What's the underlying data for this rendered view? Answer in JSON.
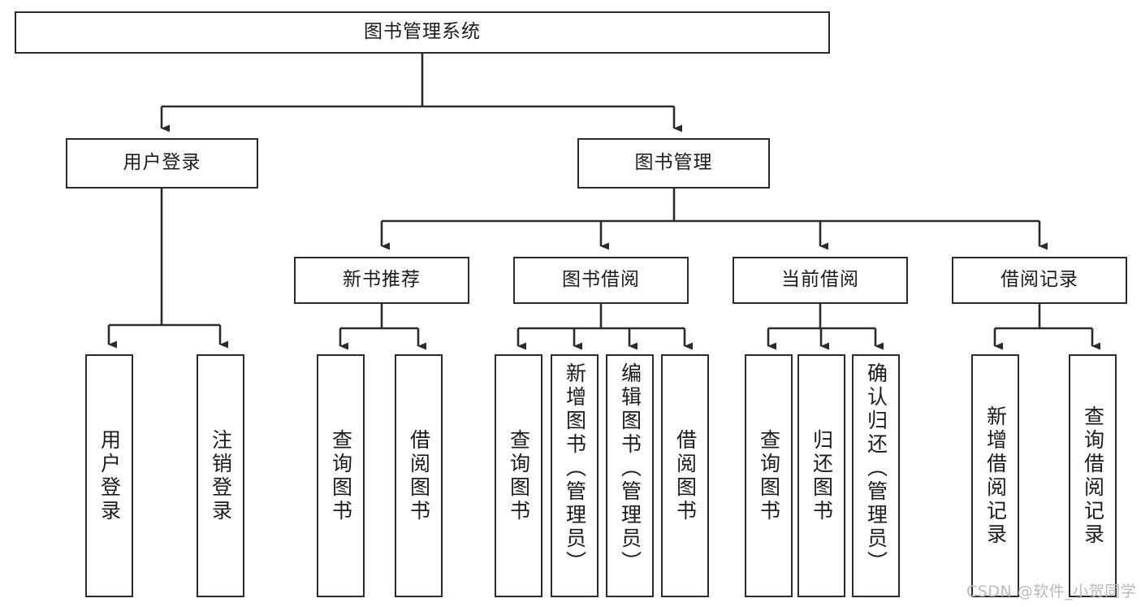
{
  "diagram": {
    "type": "tree",
    "title": "图书管理系统",
    "watermark": "CSDN @软件_小贺同学",
    "colors": {
      "box_border": "#2b2b2b",
      "box_fill": "#ffffff",
      "connector": "#2b2b2b",
      "text": "#1b1b1b",
      "watermark": "#b9b9b9"
    },
    "levels": {
      "level1": [
        {
          "id": "root",
          "label": "图书管理系统"
        }
      ],
      "level2": [
        {
          "id": "user-login",
          "label": "用户登录"
        },
        {
          "id": "book-manage",
          "label": "图书管理"
        }
      ],
      "level3": [
        {
          "id": "new-book-recommend",
          "label": "新书推荐",
          "parent": "book-manage"
        },
        {
          "id": "book-borrow",
          "label": "图书借阅",
          "parent": "book-manage"
        },
        {
          "id": "current-borrow",
          "label": "当前借阅",
          "parent": "book-manage"
        },
        {
          "id": "borrow-record",
          "label": "借阅记录",
          "parent": "book-manage"
        }
      ],
      "level4": [
        {
          "id": "leaf-user-login",
          "label": "用户登录",
          "parent": "user-login"
        },
        {
          "id": "leaf-logout-login",
          "label": "注销登录",
          "parent": "user-login"
        },
        {
          "id": "leaf-query-book-1",
          "label": "查询图书",
          "parent": "new-book-recommend"
        },
        {
          "id": "leaf-borrow-book-1",
          "label": "借阅图书",
          "parent": "new-book-recommend"
        },
        {
          "id": "leaf-query-book-2",
          "label": "查询图书",
          "parent": "book-borrow"
        },
        {
          "id": "leaf-add-book",
          "label": "新增图书（管理员）",
          "parent": "book-borrow"
        },
        {
          "id": "leaf-edit-book",
          "label": "编辑图书（管理员）",
          "parent": "book-borrow"
        },
        {
          "id": "leaf-borrow-book-2",
          "label": "借阅图书",
          "parent": "book-borrow"
        },
        {
          "id": "leaf-query-book-3",
          "label": "查询图书",
          "parent": "current-borrow"
        },
        {
          "id": "leaf-return-book",
          "label": "归还图书",
          "parent": "current-borrow"
        },
        {
          "id": "leaf-confirm-return",
          "label": "确认归还（管理员）",
          "parent": "current-borrow"
        },
        {
          "id": "leaf-add-record",
          "label": "新增借阅记录",
          "parent": "borrow-record"
        },
        {
          "id": "leaf-query-record",
          "label": "查询借阅记录",
          "parent": "borrow-record"
        }
      ]
    }
  }
}
